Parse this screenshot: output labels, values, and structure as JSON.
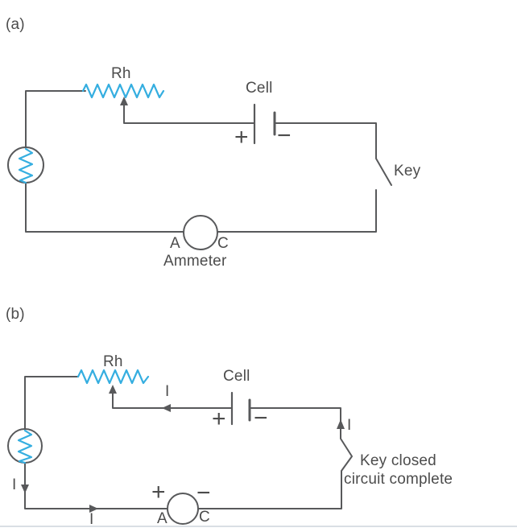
{
  "figure": {
    "kind": "electric-circuit-diagram",
    "panels": 2
  },
  "colors": {
    "wire": "#58595b",
    "component_blue": "#35aee0",
    "text": "#4c4c4c",
    "background": "#ffffff",
    "divider": "#d9dfe4"
  },
  "circuit_a": {
    "panel_label": "(a)",
    "rheostat_label": "Rh",
    "cell_label": "Cell",
    "cell_positive": "+",
    "cell_negative": "−",
    "key_label": "Key",
    "ammeter_terminal_left": "A",
    "ammeter_terminal_right": "C",
    "ammeter_label": "Ammeter"
  },
  "circuit_b": {
    "panel_label": "(b)",
    "rheostat_label": "Rh",
    "cell_label": "Cell",
    "cell_positive": "+",
    "cell_negative": "−",
    "key_status_line1": "Key closed",
    "key_status_line2": "circuit complete",
    "ammeter_positive": "+",
    "ammeter_negative": "−",
    "ammeter_terminal_left": "A",
    "ammeter_terminal_right": "C",
    "current_label_wiper": "I",
    "current_label_right": "I",
    "current_label_left": "I",
    "current_label_bottom": "I"
  }
}
